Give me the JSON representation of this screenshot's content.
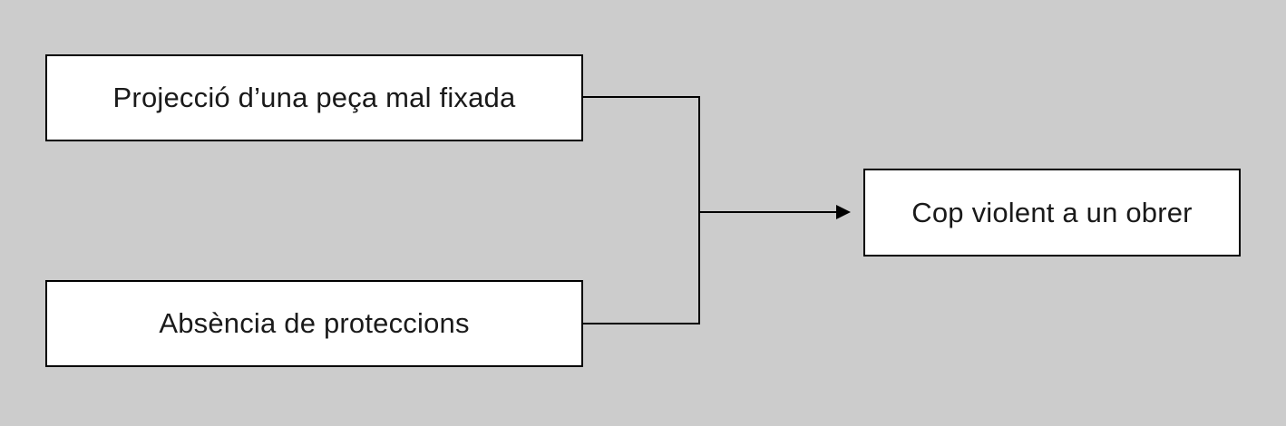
{
  "diagram": {
    "type": "cause-effect",
    "background_color": "#cccccc",
    "node_fill": "#ffffff",
    "line_color": "#000000",
    "causes": [
      {
        "label": "Projecció d’una peça mal fixada"
      },
      {
        "label": "Absència de proteccions"
      }
    ],
    "effect": {
      "label": "Cop violent a un obrer"
    },
    "edges": [
      {
        "from": "Projecció d’una peça mal fixada",
        "to": "Cop violent a un obrer"
      },
      {
        "from": "Absència de proteccions",
        "to": "Cop violent a un obrer"
      }
    ]
  }
}
